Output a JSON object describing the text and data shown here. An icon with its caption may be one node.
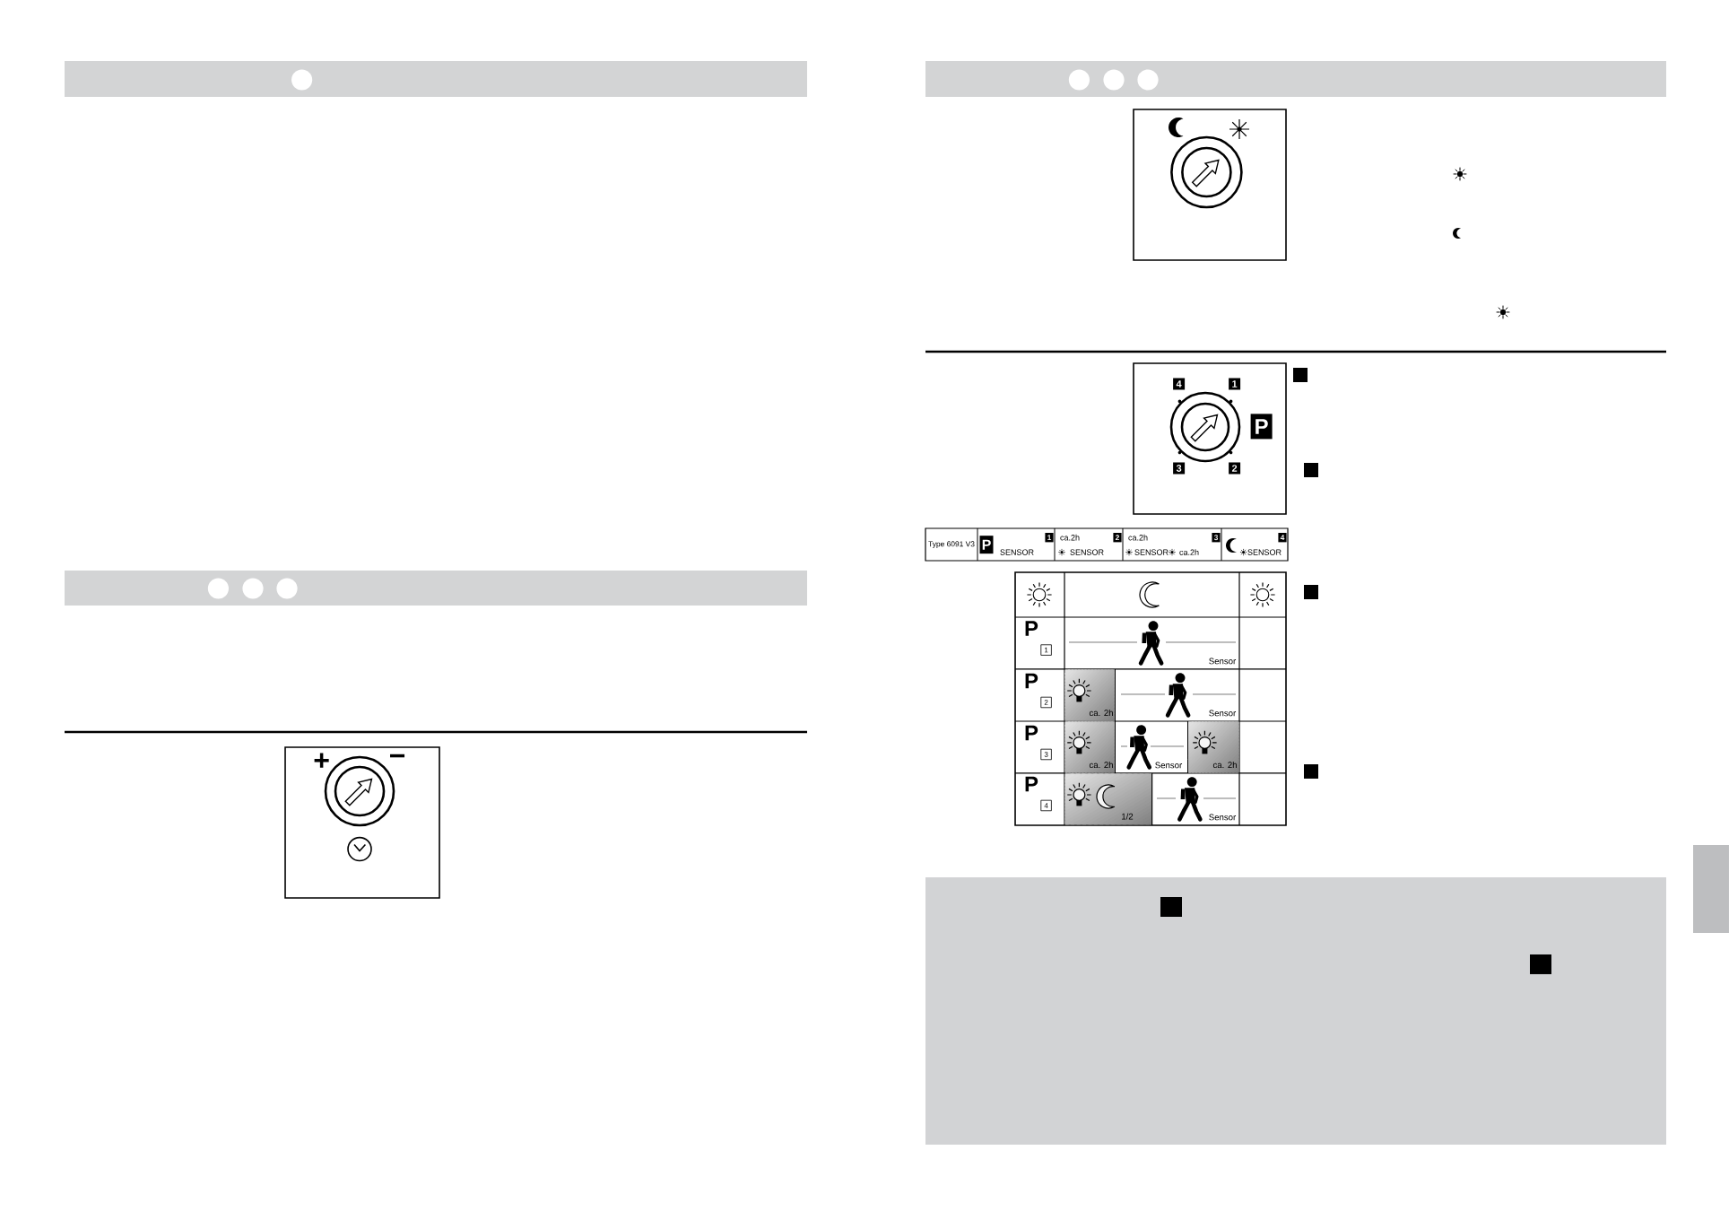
{
  "diagram": {
    "nodes": [
      {
        "text": [
          "+",
          "−"
        ]
      },
      {
        "text": [],
        "shape": "box"
      },
      {
        "text": [
          "4",
          "1",
          "P",
          "3",
          "2"
        ]
      }
    ],
    "labels": [
      "Type 6091 V3",
      "P",
      "SENSOR",
      "1",
      "ca.2h",
      "SENSOR",
      "2",
      "ca.2h",
      "SENSOR",
      "ca.2h",
      "3",
      "SENSOR",
      "4",
      "P",
      "1",
      "Sensor",
      "P",
      "2",
      "ca. 2h",
      "Sensor",
      "P",
      "3",
      "ca. 2h",
      "Sensor",
      "ca. 2h",
      "P",
      "4",
      "1/2",
      "Sensor"
    ]
  }
}
